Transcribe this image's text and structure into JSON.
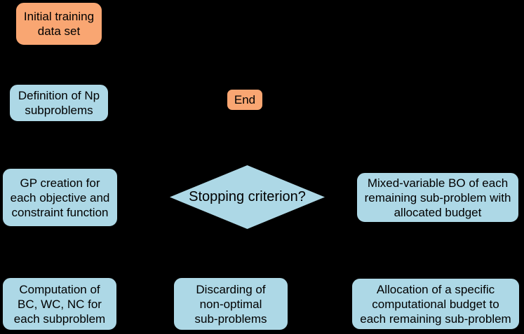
{
  "diagram": {
    "type": "flowchart",
    "background_color": "#000000",
    "palette": {
      "process_fill": "#ADD8E6",
      "terminal_fill": "#F9A672",
      "text_color": "#000000",
      "border_color": "#000000"
    },
    "nodes": {
      "initial": {
        "shape": "rounded-rect",
        "role": "terminal",
        "label": "Initial training\ndata set"
      },
      "definition": {
        "shape": "rounded-rect",
        "role": "process",
        "label": "Definition of Np\nsubproblems"
      },
      "gp": {
        "shape": "rounded-rect",
        "role": "process",
        "label": "GP creation for\neach objective and\nconstraint function"
      },
      "end": {
        "shape": "rounded-rect",
        "role": "terminal",
        "label": "End"
      },
      "decision": {
        "shape": "diamond",
        "role": "decision",
        "label": "Stopping criterion?"
      },
      "mixed": {
        "shape": "rounded-rect",
        "role": "process",
        "label": "Mixed-variable BO of each\nremaining sub-problem with\nallocated budget"
      },
      "computation": {
        "shape": "rounded-rect",
        "role": "process",
        "label": "Computation of\nBC, WC, NC for\neach subproblem"
      },
      "discarding": {
        "shape": "rounded-rect",
        "role": "process",
        "label": "Discarding of\nnon-optimal\nsub-problems"
      },
      "allocation": {
        "shape": "rounded-rect",
        "role": "process",
        "label": "Allocation of a specific\ncomputational budget to\neach remaining sub-problem"
      }
    }
  }
}
